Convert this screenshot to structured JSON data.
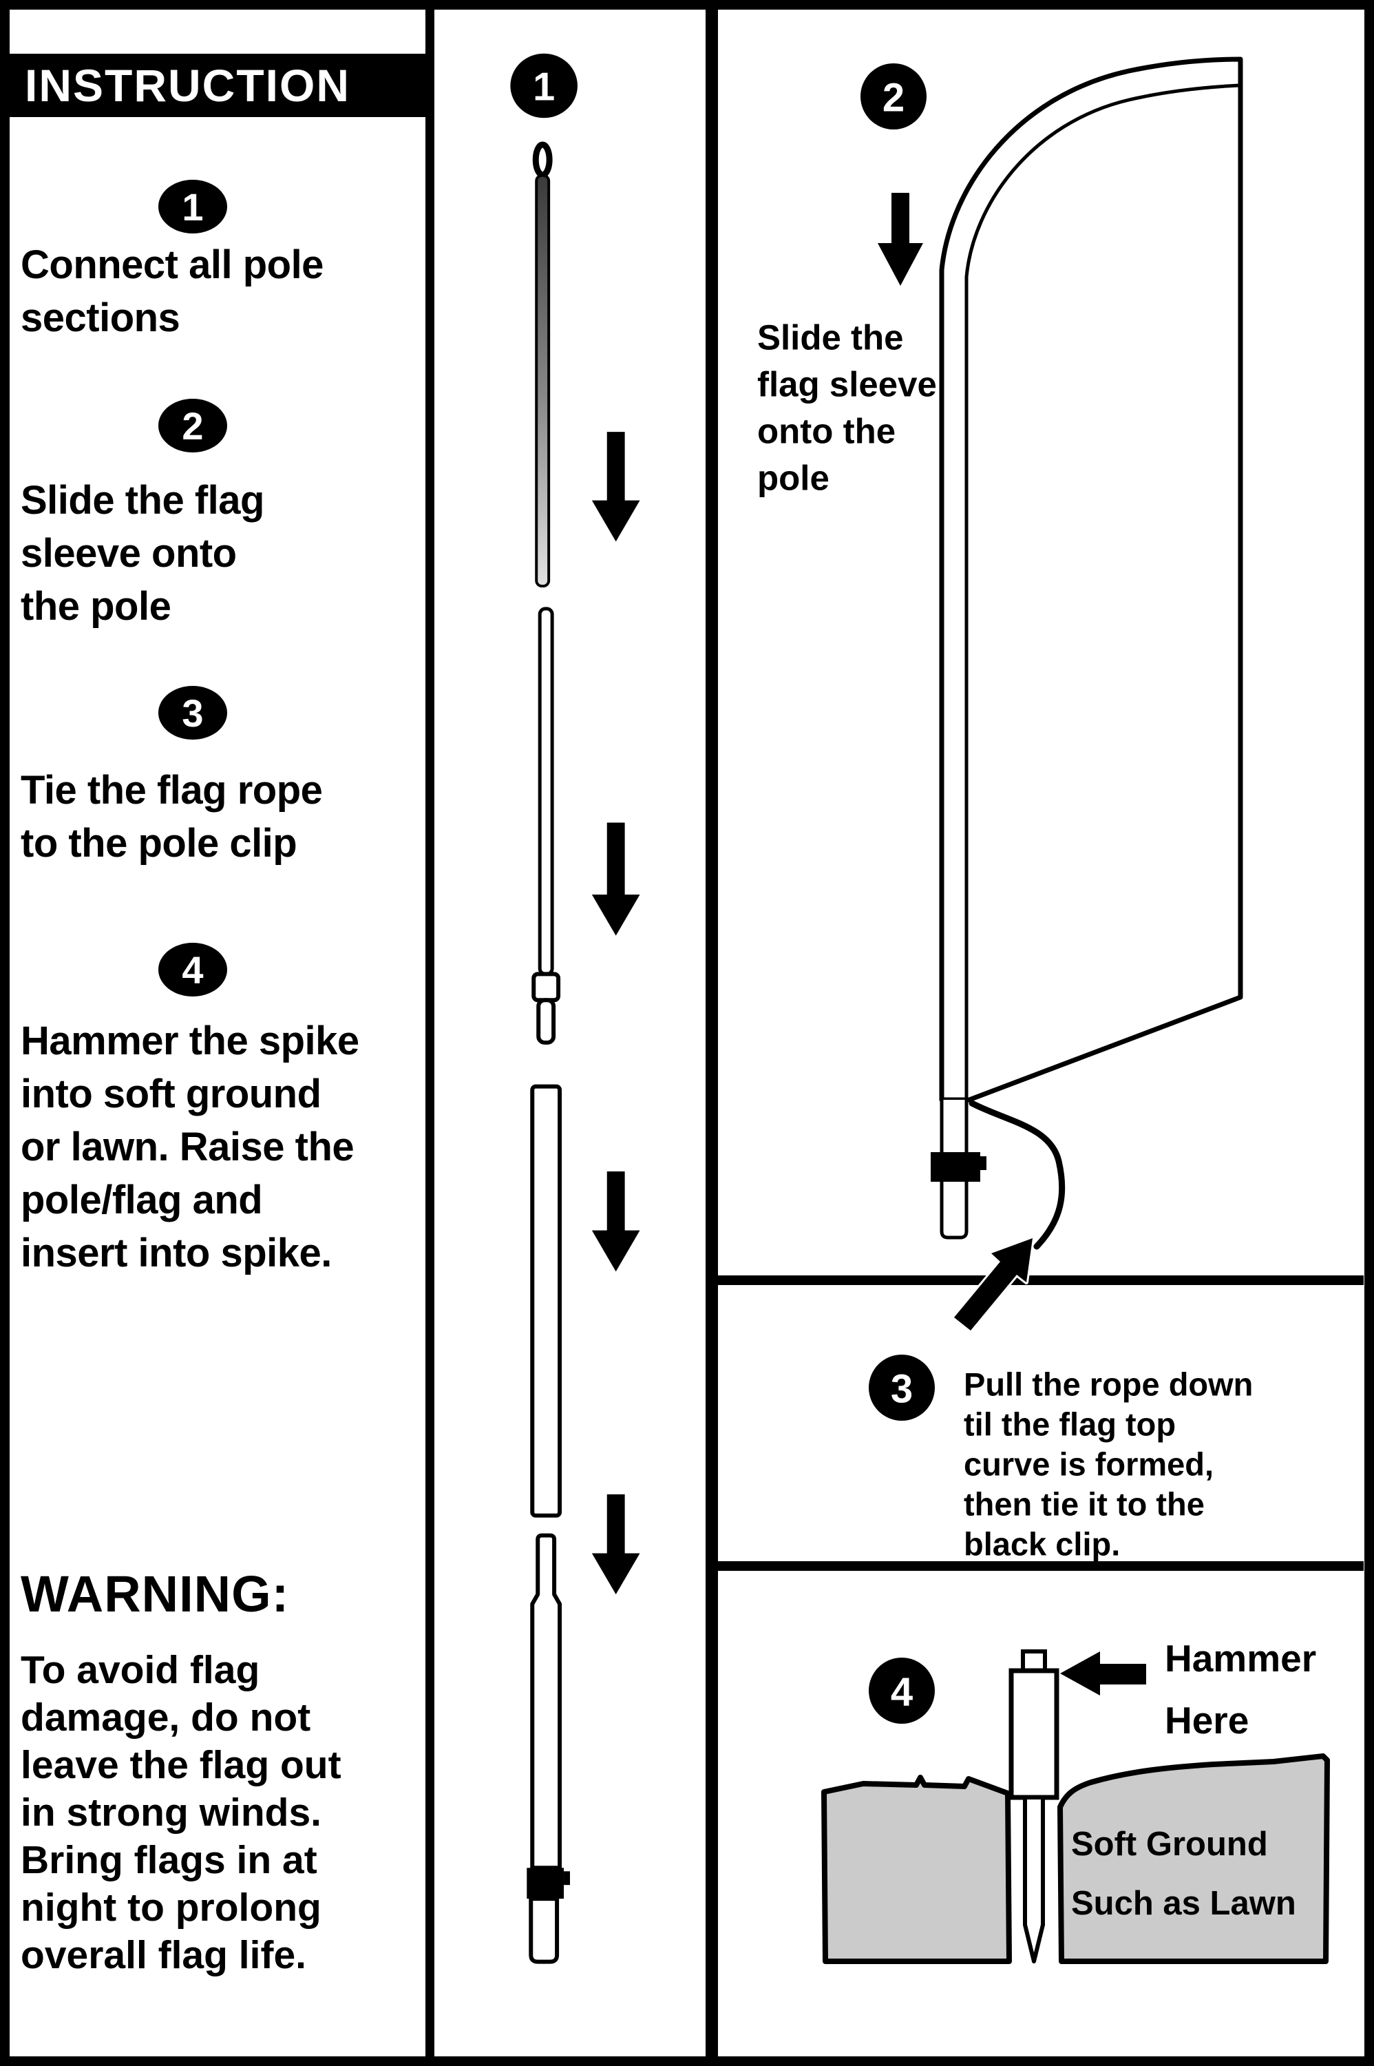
{
  "title": "INSTRUCTION",
  "colors": {
    "ink": "#000000",
    "ground_gray": "#cbcbcb",
    "paper": "#ffffff"
  },
  "icons": {
    "middle_arrows": "down-arrow",
    "step2_arrow": "down-arrow",
    "step3_arrow": "up-right-arrow",
    "step4_arrow": "left-arrow"
  },
  "left": {
    "steps": [
      {
        "num": "1",
        "lines": [
          "Connect all pole",
          "sections"
        ]
      },
      {
        "num": "2",
        "lines": [
          "Slide the flag",
          "sleeve onto",
          "the pole"
        ]
      },
      {
        "num": "3",
        "lines": [
          "Tie the flag rope",
          "to the pole clip"
        ]
      },
      {
        "num": "4",
        "lines": [
          "Hammer the spike",
          "into soft ground",
          "or lawn. Raise the",
          "pole/flag and",
          "insert into spike."
        ]
      }
    ],
    "warning_title": "WARNING:",
    "warning_lines": [
      "To avoid flag",
      "damage, do not",
      "leave the flag out",
      "in strong winds.",
      "Bring flags in at",
      "night to prolong",
      "overall flag life."
    ]
  },
  "middle": {
    "badge": "1"
  },
  "right": {
    "step2": {
      "badge": "2",
      "lines": [
        "Slide the",
        "flag sleeve",
        "onto the",
        "pole"
      ]
    },
    "step3": {
      "badge": "3",
      "lines": [
        "Pull the rope down",
        "til the flag top",
        "curve is formed,",
        "then tie it to the",
        "black clip."
      ]
    },
    "step4": {
      "badge": "4",
      "hammer": [
        "Hammer",
        "Here"
      ],
      "ground": [
        "Soft Ground",
        "Such as Lawn"
      ]
    }
  }
}
